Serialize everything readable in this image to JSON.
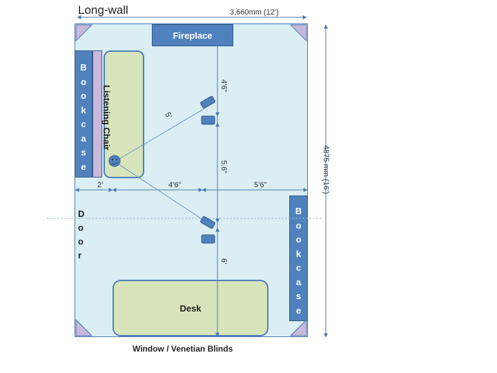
{
  "title": "Long-wall",
  "dimensions": {
    "width": "3,660mm  (12’)",
    "height": "4875 mm  (16’)",
    "fireplace_to_speaker": "4’6”",
    "speaker_to_speaker": "5.6”",
    "speaker_to_desk": "6’",
    "listener_to_speaker": "5’",
    "wall_to_listener": "2’",
    "listener_to_midline": "4’6”",
    "midline_to_wall": "5’6”"
  },
  "room": {
    "fireplace": "Fireplace",
    "bookcase_left": [
      "B",
      "o",
      "o",
      "k",
      "c",
      "a",
      "s",
      "e"
    ],
    "bookcase_right": [
      "B",
      "o",
      "o",
      "k",
      "c",
      "a",
      "s",
      "e"
    ],
    "listening_chair": "Listening Chair",
    "door": [
      "D",
      "o",
      "o",
      "r"
    ],
    "desk": "Desk",
    "window": "Window / Venetian Blinds"
  },
  "colors": {
    "room_fill": "#daeef3",
    "block_fill": "#4f81bd",
    "furniture_fill": "#d7e4bc",
    "corner_trap_fill": "#c8b8dc",
    "line": "#4a78b0"
  }
}
